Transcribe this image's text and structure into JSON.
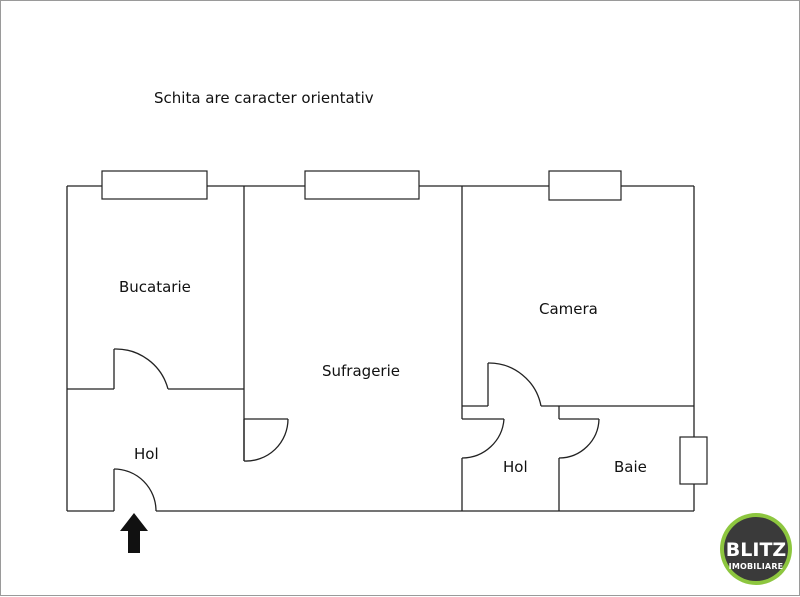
{
  "plan": {
    "note": "Schita are caracter orientativ",
    "rooms": {
      "bucatarie": "Bucatarie",
      "sufragerie": "Sufragerie",
      "camera": "Camera",
      "hol_left": "Hol",
      "hol_right": "Hol",
      "baie": "Baie"
    },
    "entrance_icon": "arrow-up-icon",
    "colors": {
      "lines": "#222222",
      "arrow": "#111111"
    }
  },
  "logo": {
    "brand": "BLITZ",
    "subtitle": "IMOBILIARE",
    "colors": {
      "ring": "#8dc63f",
      "disc": "#3a3a3a"
    }
  }
}
